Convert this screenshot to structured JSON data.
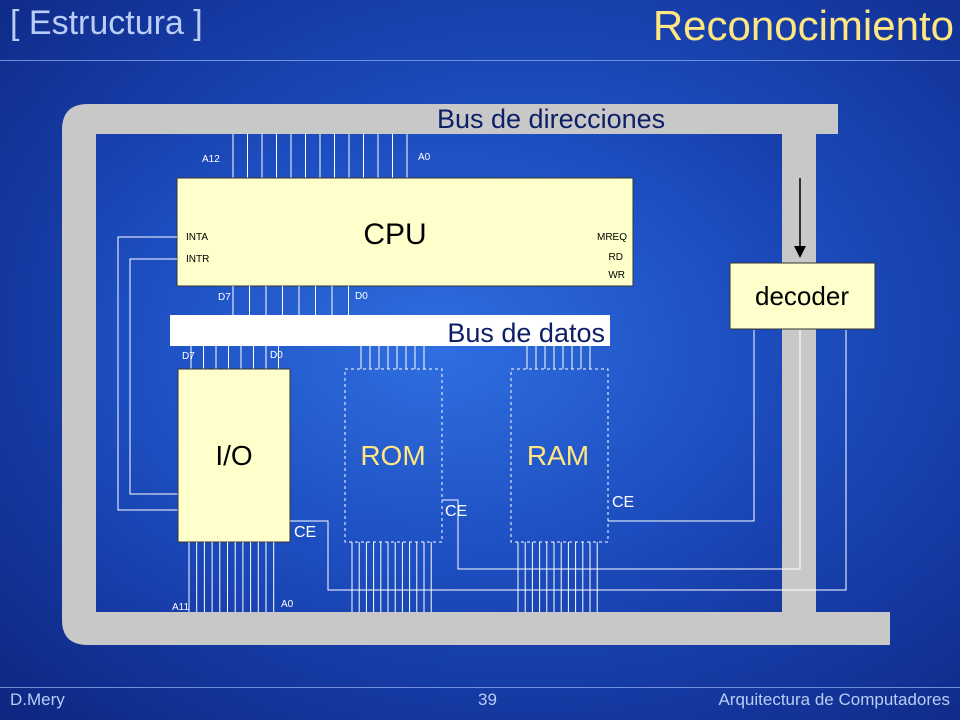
{
  "header": {
    "section": "[ Estructura ]",
    "title": "Reconocimiento"
  },
  "footer": {
    "author": "D.Mery",
    "page": "39",
    "course": "Arquitectura de Computadores"
  },
  "diagram": {
    "address_bus_label": "Bus de direcciones",
    "data_bus_label": "Bus de datos",
    "cpu": {
      "label": "CPU",
      "addr_high": "A12",
      "addr_low": "A0",
      "data_high": "D7",
      "data_low": "D0",
      "pins_left": [
        "INTA",
        "INTR"
      ],
      "pins_right": [
        "MREQ",
        "RD",
        "WR"
      ]
    },
    "decoder": {
      "label": "decoder"
    },
    "io": {
      "label": "I/O",
      "data_high": "D7",
      "data_low": "D0",
      "addr_high": "A11",
      "addr_low": "A0"
    },
    "rom": {
      "label": "ROM"
    },
    "ram": {
      "label": "RAM"
    },
    "ce_label": "CE",
    "colors": {
      "box_fill": "#ffffcc",
      "bus_fill": "#c8c8c8",
      "wire": "#ffffff",
      "accent_text": "#ffe680"
    }
  }
}
